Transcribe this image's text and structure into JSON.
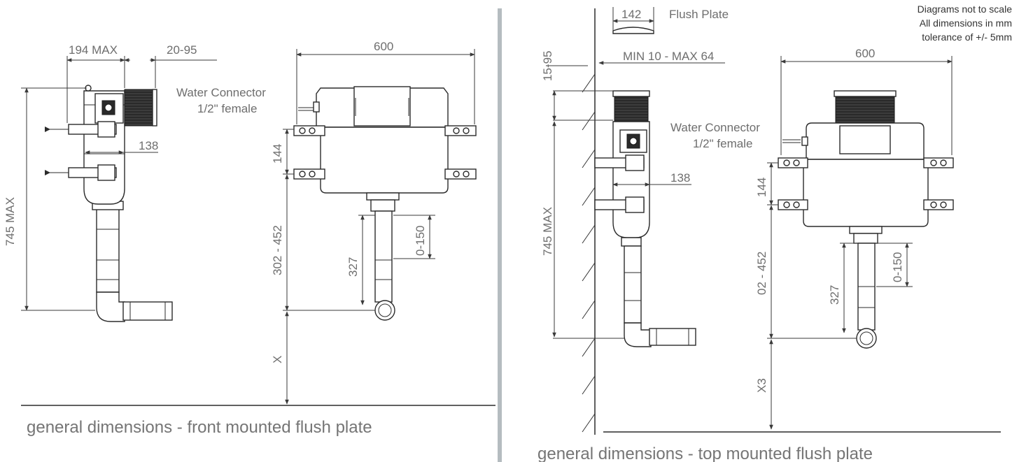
{
  "notes": {
    "line1": "Diagrams not to scale",
    "line2": "All dimensions in mm",
    "line3": "tolerance of +/- 5mm"
  },
  "front": {
    "caption": "general dimensions - front mounted flush plate",
    "d_194": "194 MAX",
    "d_20_95": "20-95",
    "d_600": "600",
    "d_745": "745 MAX",
    "d_138": "138",
    "d_144": "144",
    "d_302": "302 - 452",
    "d_327": "327",
    "d_0150": "0-150",
    "d_x": "X",
    "water1": "Water Connector",
    "water2": "1/2\" female"
  },
  "top": {
    "caption": "general dimensions - top mounted flush plate",
    "d_142": "142",
    "flush_plate": "Flush Plate",
    "d_min_max": "MIN 10 - MAX 64",
    "d_15_95": "15-95",
    "d_600": "600",
    "d_745": "745 MAX",
    "d_138": "138",
    "d_144": "144",
    "d_02": "02 - 452",
    "d_327": "327",
    "d_0150": "0-150",
    "d_x3": "X3",
    "water1": "Water Connector",
    "water2": "1/2\" female"
  },
  "colors": {
    "divider": "#b5bcc0",
    "ink": "#2b2b2b",
    "label": "#6e6e6e"
  }
}
